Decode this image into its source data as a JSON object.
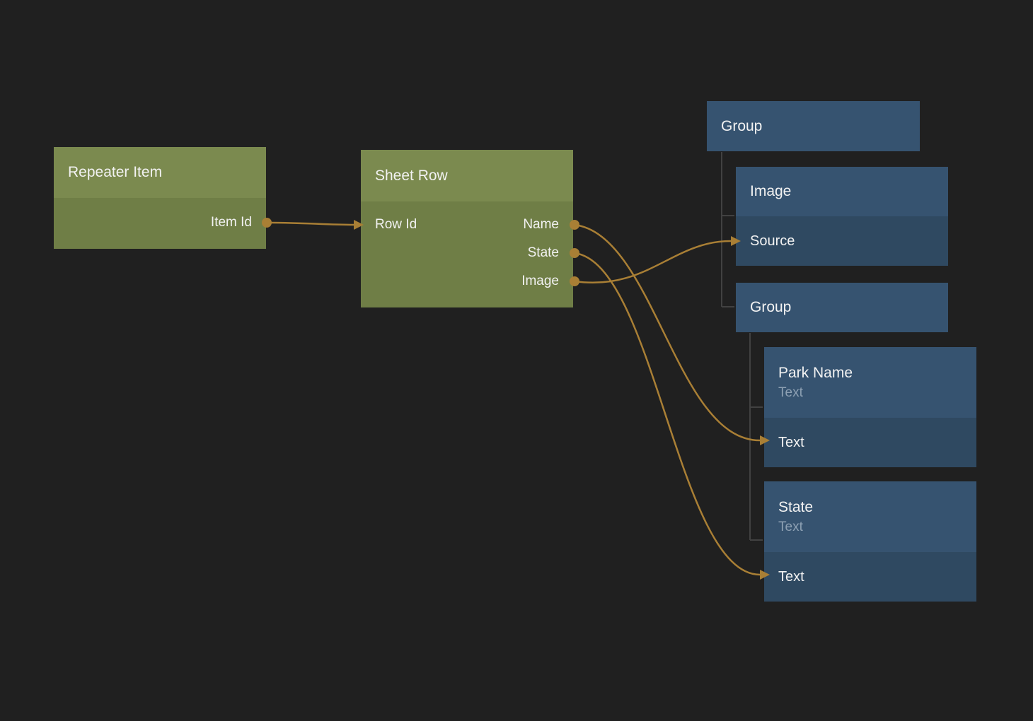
{
  "colors": {
    "canvas_bg": "#202020",
    "green_header": "#7b8a4f",
    "green_body": "#6f7e46",
    "blue_header": "#365370",
    "blue_body": "#2f4961",
    "wire": "#a97f35",
    "tree_line": "#414141",
    "subtitle_text": "#8da0b3",
    "title_text": "#f2f2f2"
  },
  "nodes": {
    "repeater_item": {
      "title": "Repeater Item",
      "output_port": "Item Id"
    },
    "sheet_row": {
      "title": "Sheet Row",
      "input_port": "Row Id",
      "output_ports": [
        "Name",
        "State",
        "Image"
      ]
    },
    "group_top": {
      "title": "Group"
    },
    "image": {
      "title": "Image",
      "input_port": "Source"
    },
    "group_inner": {
      "title": "Group"
    },
    "park_name": {
      "title": "Park Name",
      "subtitle": "Text",
      "input_port": "Text"
    },
    "state": {
      "title": "State",
      "subtitle": "Text",
      "input_port": "Text"
    }
  },
  "connections": [
    {
      "from": "Repeater Item.Item Id",
      "to": "Sheet Row.Row Id"
    },
    {
      "from": "Sheet Row.Name",
      "to": "Park Name.Text"
    },
    {
      "from": "Sheet Row.State",
      "to": "State.Text"
    },
    {
      "from": "Sheet Row.Image",
      "to": "Image.Source"
    }
  ]
}
